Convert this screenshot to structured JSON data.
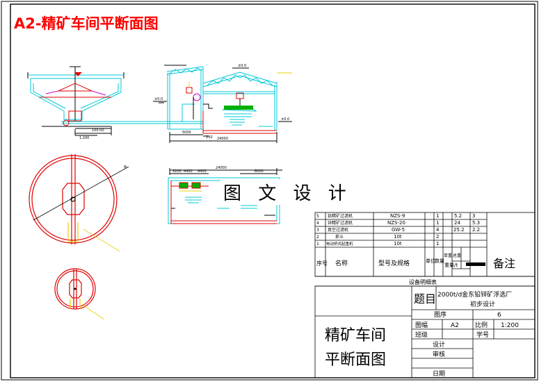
{
  "title": "A2-精矿车间平断面图",
  "overlay_text": "图 文 设 计",
  "colors": {
    "title_red": "#ff0000",
    "cyan": "#00c8d8",
    "red": "#e00000",
    "magenta": "#d000d0",
    "yellow": "#e8d000",
    "green": "#00b000",
    "black": "#000000"
  },
  "drawing": {
    "elev_labels": [
      "±0.0",
      "±0.0",
      "±0.0"
    ],
    "dims_section": [
      "5000",
      "250",
      "24000"
    ],
    "dims_plan_top": [
      "24000",
      "3200",
      "4400",
      "4400",
      "8000"
    ],
    "dims_thickener": [
      "1.200",
      "100.00"
    ]
  },
  "parts_table": {
    "rows": [
      {
        "no": "5",
        "name": "铅精矿过滤机",
        "model": "NZS-9",
        "qty": "1",
        "w1": "5.2",
        "w2": "3"
      },
      {
        "no": "4",
        "name": "锌精矿过滤机",
        "model": "NZS-20",
        "qty": "1",
        "w1": "24",
        "w2": "5.3"
      },
      {
        "no": "3",
        "name": "真空过滤机",
        "model": "GW-5",
        "qty": "4",
        "w1": "25.2",
        "w2": "2.2"
      },
      {
        "no": "2",
        "name": "抓斗",
        "model": "10t",
        "qty": "2",
        "w1": "",
        "w2": ""
      },
      {
        "no": "1",
        "name": "电动桥式起重机",
        "model": "10t",
        "qty": "1",
        "w1": "",
        "w2": ""
      }
    ],
    "header": {
      "no": "序号",
      "name": "名称",
      "model": "型号及规格",
      "unit": "单位",
      "qty": "数量",
      "single": "单重",
      "total": "总重",
      "weight": "重量/t",
      "remark": "备注"
    },
    "caption": "设备明细表"
  },
  "title_block": {
    "topic_label": "题目",
    "topic_line1": "2000t/d金东铅锌矿浮选厂",
    "topic_line2": "初步设计",
    "seq_label": "图序",
    "seq_value": "6",
    "size_label": "图幅",
    "size_value": "A2",
    "scale_label": "比例",
    "scale_value": "1:200",
    "class_label": "班级",
    "id_label": "学号",
    "design_label": "设计",
    "review_label": "审核",
    "date_label": "日期",
    "drawing_name_line1": "精矿车间",
    "drawing_name_line2": "平断面图"
  }
}
